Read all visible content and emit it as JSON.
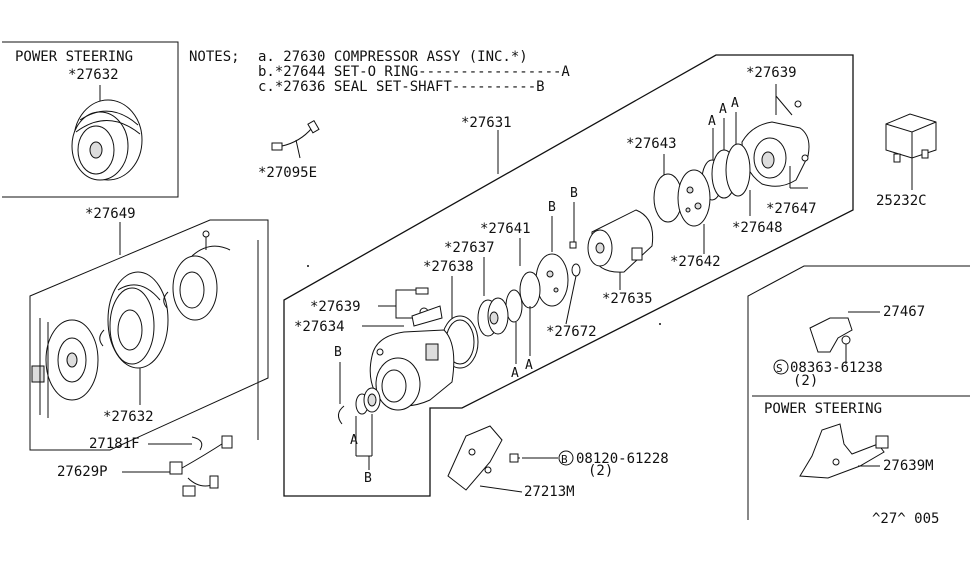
{
  "title_box": {
    "heading": "POWER STEERING",
    "part": "*27632"
  },
  "notes": {
    "label": "NOTES;",
    "lines": [
      "a. 27630 COMPRESSOR ASSY (INC.*)",
      "b.*27644 SET-O RING-----------------A",
      "c.*27636 SEAL SET-SHAFT----------B"
    ]
  },
  "callouts": {
    "p27632_top": "*27632",
    "p27095E": "*27095E",
    "p27631": "*27631",
    "p27649": "*27649",
    "p27632_bottom": "*27632",
    "p27181F": "27181F",
    "p27629P": "27629P",
    "p27643": "*27643",
    "p27639_top": "*27639",
    "p27647": "*27647",
    "p27648": "*27648",
    "p27642": "*27642",
    "p27635": "*27635",
    "p27641": "*27641",
    "p27637": "*27637",
    "p27638": "*27638",
    "p27672": "*27672",
    "p27639_mid": "*27639",
    "p27634": "*27634",
    "p25232C": "25232C",
    "p27467": "27467",
    "p08363": "08363-61238",
    "p08363_qty": "(2)",
    "p08120": "08120-61228",
    "p08120_qty": "(2)",
    "p27213M": "27213M",
    "p27639M": "27639M",
    "ps_label_bottom": "POWER STEERING",
    "ref_code": "^27^ 005"
  },
  "letters": {
    "A": "A",
    "B": "B"
  },
  "circled": {
    "S": "S",
    "B": "B"
  }
}
